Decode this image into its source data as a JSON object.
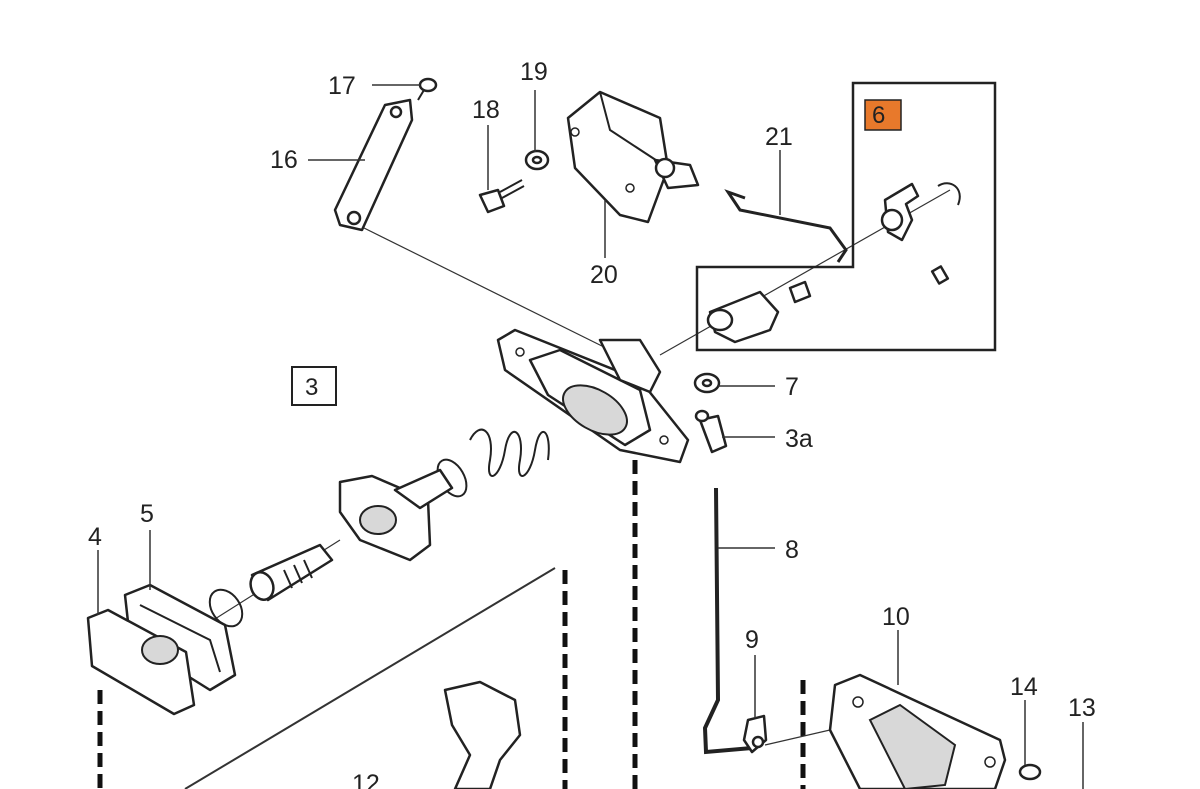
{
  "diagram": {
    "callouts": {
      "c17": "17",
      "c19": "19",
      "c18": "18",
      "c16": "16",
      "c21": "21",
      "c20": "20",
      "c7": "7",
      "c3a": "3a",
      "c8": "8",
      "c5": "5",
      "c4": "4",
      "c9": "9",
      "c10": "10",
      "c14": "14",
      "c13": "13",
      "c12": "12"
    },
    "boxed_labels": {
      "b3": "3",
      "b6": "6"
    },
    "highlight_color": "#e8792b"
  }
}
